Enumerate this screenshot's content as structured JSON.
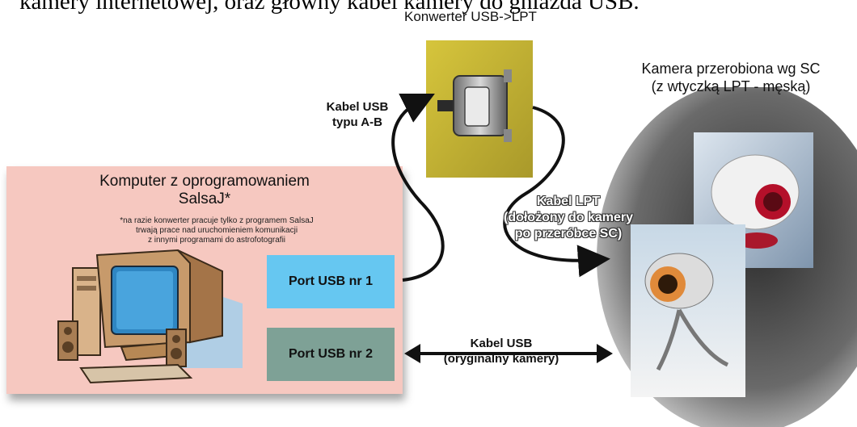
{
  "caption": {
    "top_text": "kamery internetowej, oraz główny kabel kamery do gniazda USB."
  },
  "converter": {
    "title": "Konwerter USB->LPT",
    "panel_color": "#c9bb2f"
  },
  "camera": {
    "title_line1": "Kamera przerobiona wg SC",
    "title_line2": "(z wtyczką LPT - męską)"
  },
  "computer": {
    "title_line1": "Komputer z oprogramowaniem",
    "title_line2": "SalsaJ*",
    "note_line1": "*na razie konwerter pracuje tylko z programem SalsaJ",
    "note_line2": "trwają prace nad uruchomieniem komunikacji",
    "note_line3": "z innymi programami do astrofotografii",
    "panel_color": "#f6c8c0"
  },
  "ports": {
    "port1_label": "Port USB nr 1",
    "port1_color": "#66c7f1",
    "port2_label": "Port USB nr 2",
    "port2_color": "#7ea196"
  },
  "cables": {
    "usb_ab_line1": "Kabel USB",
    "usb_ab_line2": "typu A-B",
    "lpt_line1": "Kabel LPT",
    "lpt_line2": "(dołożony do kamery",
    "lpt_line3": "po przeróbce SC)",
    "usb_orig_line1": "Kabel USB",
    "usb_orig_line2": "(oryginalny kamery)"
  },
  "icons": [
    "computer-icon",
    "usb-lpt-converter-icon",
    "webcam-photo-icon"
  ]
}
